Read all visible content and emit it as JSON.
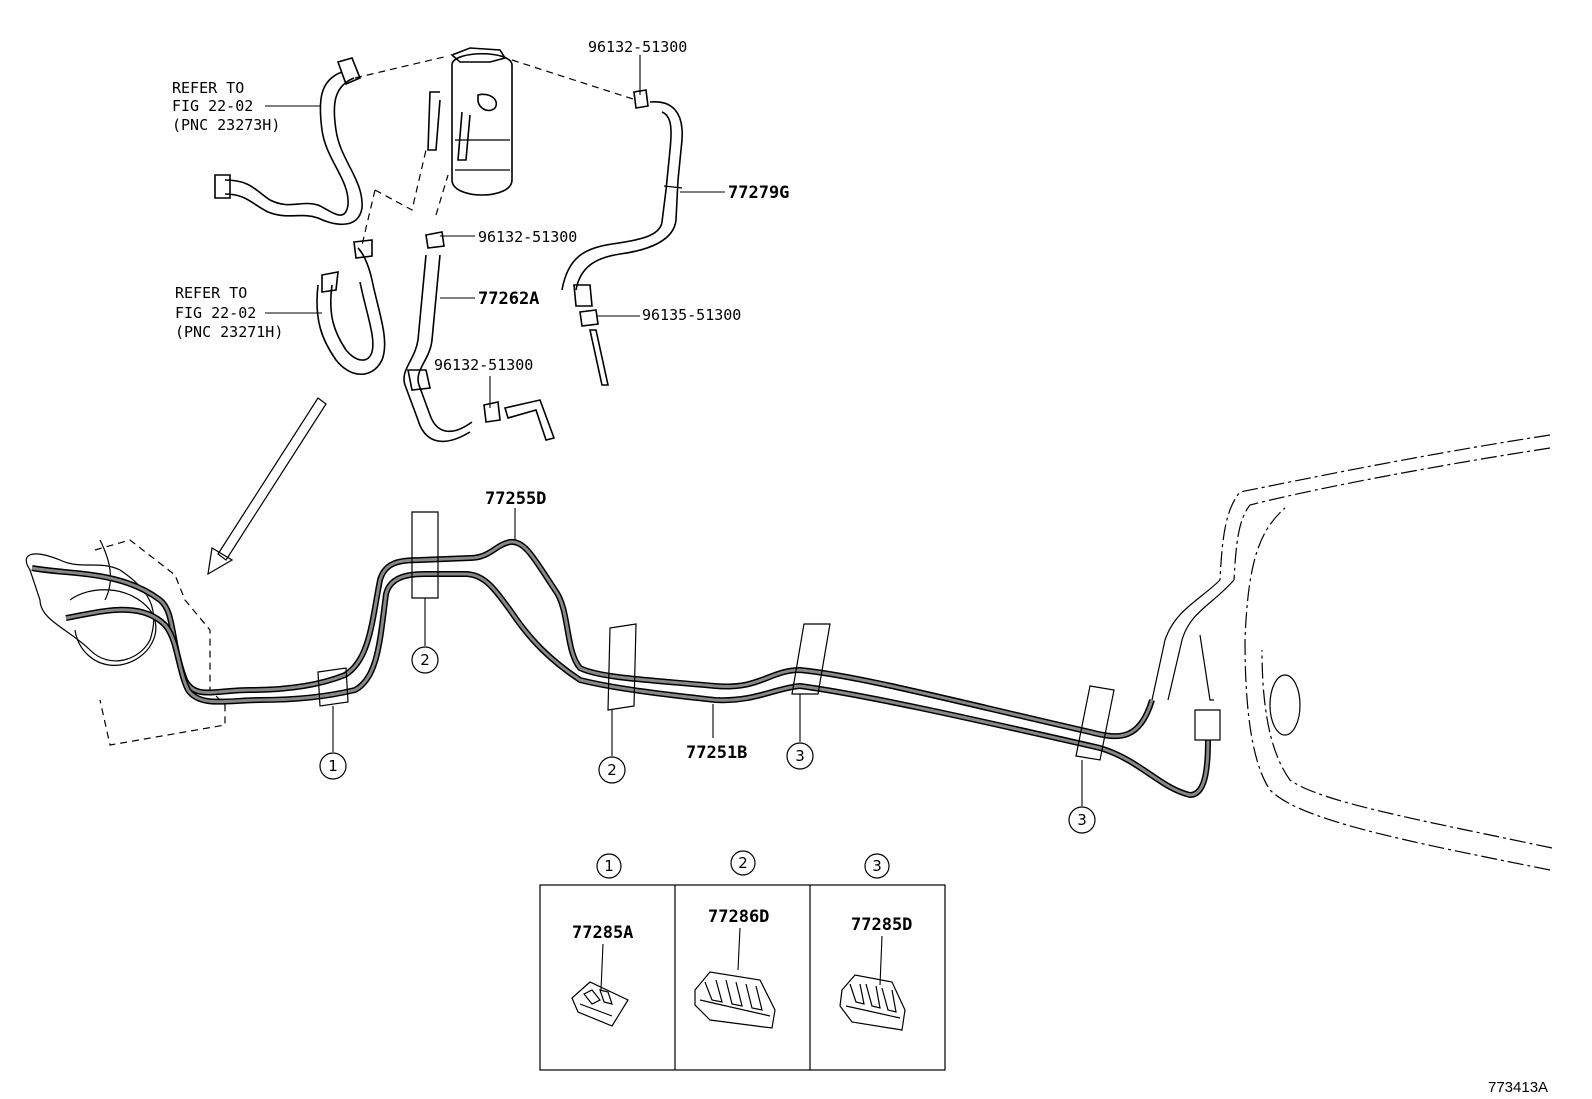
{
  "labels": {
    "refer_top_line1": "REFER TO",
    "refer_top_line2": "FIG 22-02",
    "refer_top_line3": "(PNC 23273H)",
    "refer_mid_line1": "REFER TO",
    "refer_mid_line2": "FIG 22-02",
    "refer_mid_line3": "(PNC 23271H)",
    "clip_top": "96132-51300",
    "clip_center": "96132-51300",
    "clip_lower": "96132-51300",
    "clip_right": "96135-51300",
    "hose_right": "77279G",
    "hose_center": "77262A",
    "tube_upper": "77255D",
    "tube_lower": "77251B"
  },
  "callouts": {
    "c1": "1",
    "c2a": "2",
    "c2b": "2",
    "c3a": "3",
    "c3b": "3"
  },
  "legend": {
    "cells": [
      {
        "callout": "1",
        "part": "77285A"
      },
      {
        "callout": "2",
        "part": "77286D"
      },
      {
        "callout": "3",
        "part": "77285D"
      }
    ]
  },
  "figure_id": "773413A"
}
